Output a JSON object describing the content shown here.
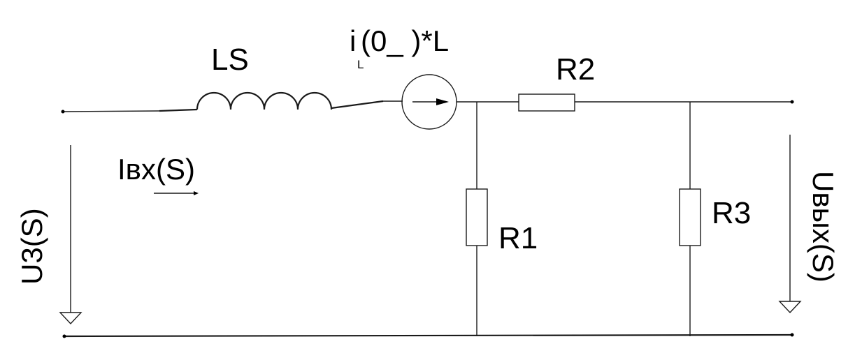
{
  "diagram": {
    "inductor": {
      "label": "LS"
    },
    "source": {
      "label_main": "i",
      "label_sub": "L",
      "label_rest": "(0_ )*L"
    },
    "resistors": [
      {
        "id": "r1",
        "label": "R1"
      },
      {
        "id": "r2",
        "label": "R2"
      },
      {
        "id": "r3",
        "label": "R3"
      }
    ],
    "input_current": {
      "label": "Iвх(S)"
    },
    "input_voltage": {
      "label": "U3(S)"
    },
    "output_voltage": {
      "label": "Uвых(S)"
    }
  }
}
